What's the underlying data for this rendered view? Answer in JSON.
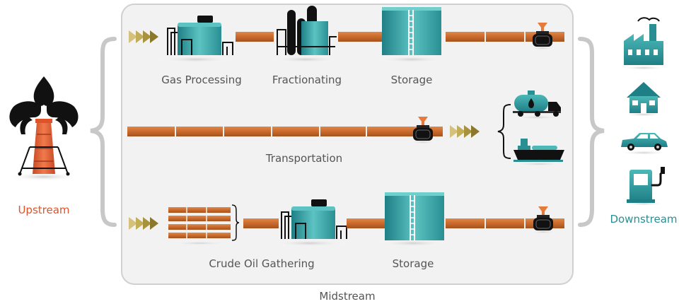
{
  "labels": {
    "upstream": "Upstream",
    "downstream": "Downstream",
    "midstream": "Midstream",
    "gas_processing": "Gas Processing",
    "fractionating": "Fractionating",
    "storage_top": "Storage",
    "transportation": "Transportation",
    "crude_oil_gathering": "Crude Oil Gathering",
    "storage_bottom": "Storage"
  },
  "colors": {
    "upstream": "#e0532a",
    "downstream": "#2a8f93",
    "pipe": "#c96a2c",
    "teal": "#3aa6a8",
    "arrow": "#b8a24c",
    "panel": "#f2f2f2"
  },
  "icons": [
    "oil-derrick-icon",
    "factory-icon",
    "house-icon",
    "car-icon",
    "fuel-pump-icon",
    "tanker-truck-icon",
    "tanker-ship-icon",
    "valve-icon",
    "processing-plant-icon",
    "storage-tank-icon"
  ]
}
